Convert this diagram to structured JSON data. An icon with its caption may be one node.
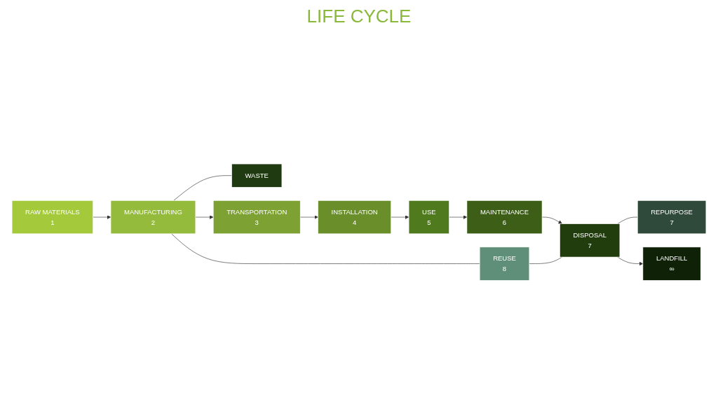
{
  "diagram": {
    "nodes": [
      {
        "text": [
          "RAW MATERIALS",
          "1"
        ]
      },
      {
        "text": [
          "MANUFACTURING",
          "2"
        ]
      },
      {
        "text": [
          "WASTE"
        ]
      },
      {
        "text": [
          "TRANSPORTATION",
          "3"
        ]
      },
      {
        "text": [
          "INSTALLATION",
          "4"
        ]
      },
      {
        "text": [
          "USE",
          "5"
        ]
      },
      {
        "text": [
          "MAINTENANCE",
          "6"
        ]
      },
      {
        "text": [
          "DISPOSAL",
          "7"
        ]
      },
      {
        "text": [
          "REPURPOSE",
          "7"
        ]
      },
      {
        "text": [
          "LANDFILL",
          "∞"
        ]
      },
      {
        "text": [
          "REUSE",
          "8"
        ]
      }
    ],
    "edges": [
      {
        "from": 0,
        "to": 1,
        "arrow": "to"
      },
      {
        "from": 1,
        "to": 2,
        "arrow": "none"
      },
      {
        "from": 1,
        "to": 3,
        "arrow": "to"
      },
      {
        "from": 3,
        "to": 4,
        "arrow": "to"
      },
      {
        "from": 4,
        "to": 5,
        "arrow": "to"
      },
      {
        "from": 5,
        "to": 6,
        "arrow": "to"
      },
      {
        "from": 6,
        "to": 7,
        "arrow": "to"
      },
      {
        "from": 7,
        "to": 8,
        "arrow": "none"
      },
      {
        "from": 7,
        "to": 9,
        "arrow": "to"
      },
      {
        "from": 1,
        "to": 10,
        "arrow": "none"
      },
      {
        "from": 10,
        "to": 7,
        "arrow": "none"
      }
    ],
    "labels": [
      "LIFE CYCLE"
    ]
  }
}
